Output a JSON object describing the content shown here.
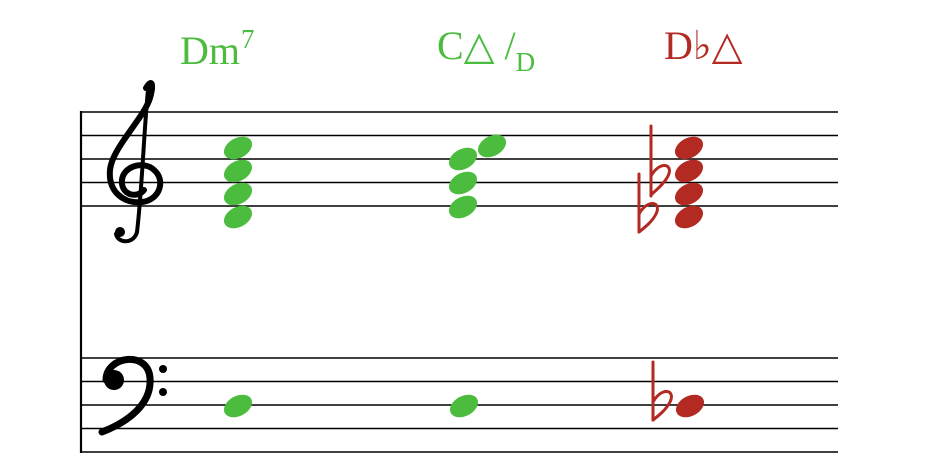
{
  "colors": {
    "green": "#4cbc3f",
    "red": "#b32a22",
    "ink": "#000000"
  },
  "chords": [
    {
      "root": "Dm",
      "sup": "7",
      "symbol": "",
      "sub": "",
      "color": "green"
    },
    {
      "root": "C",
      "sup": "",
      "symbol": "△ /",
      "sub": "D",
      "color": "green"
    },
    {
      "root": "D♭",
      "sup": "",
      "symbol": "△",
      "sub": "",
      "color": "red"
    }
  ],
  "clefs": {
    "treble": "treble-clef",
    "bass": "bass-clef"
  }
}
